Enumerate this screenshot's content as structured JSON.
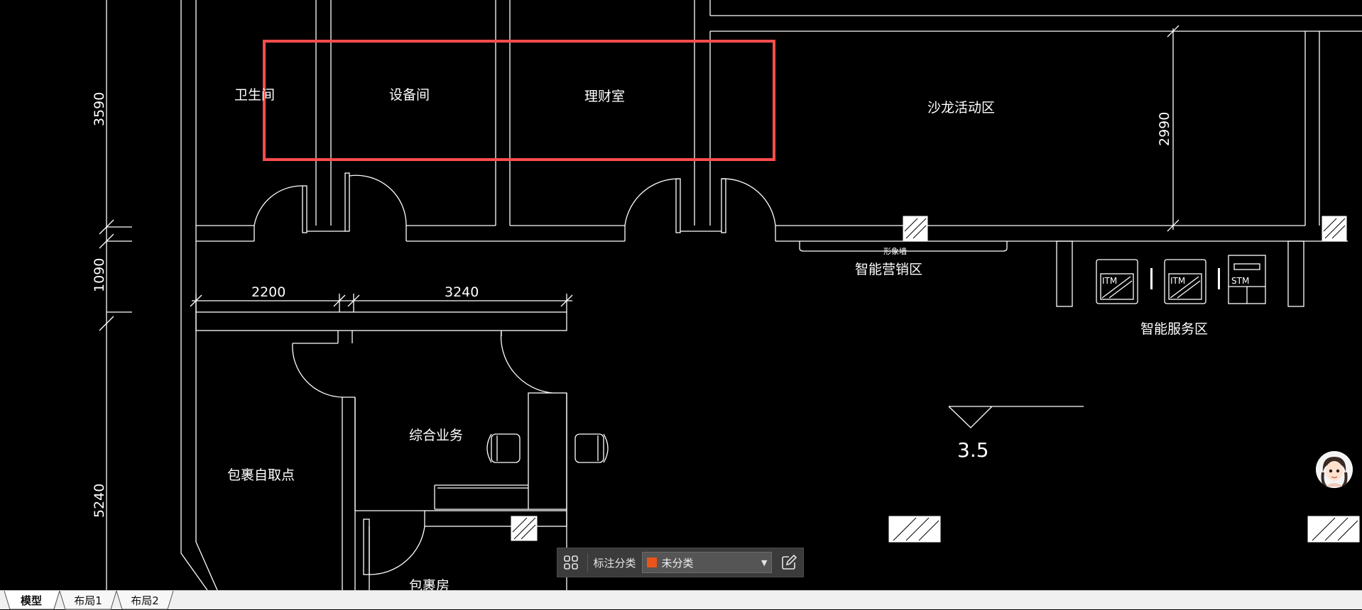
{
  "drawing": {
    "rooms": {
      "restroom": "卫生间",
      "equipment_room": "设备间",
      "wealth_management": "理财室",
      "salon_area": "沙龙活动区",
      "smart_marketing": "智能营销区",
      "image_wall": "形象墙",
      "smart_service": "智能服务区",
      "general_business": "综合业务",
      "parcel_pickup": "包裹自取点",
      "parcel_room": "包裹房"
    },
    "dimensions": {
      "d3590": "3590",
      "d1090": "1090",
      "d5240": "5240",
      "d2200": "2200",
      "d3240": "3240",
      "d2990": "2990"
    },
    "elevation": "3.5",
    "machines": {
      "itm1": "ITM",
      "itm2": "ITM",
      "stm": "STM"
    }
  },
  "toolbar": {
    "label": "标注分类",
    "selected": "未分类",
    "swatch_color": "#e8541a",
    "icons": {
      "grid": "grid-icon",
      "edit": "edit-icon",
      "caret": "chevron-down-icon"
    }
  },
  "avatar": {
    "icon": "assistant-avatar-icon"
  },
  "tabs": {
    "model": "模型",
    "layout1": "布局1",
    "layout2": "布局2"
  },
  "colors": {
    "canvas_bg": "#000000",
    "lines": "#ffffff",
    "highlight": "#ff4444"
  }
}
